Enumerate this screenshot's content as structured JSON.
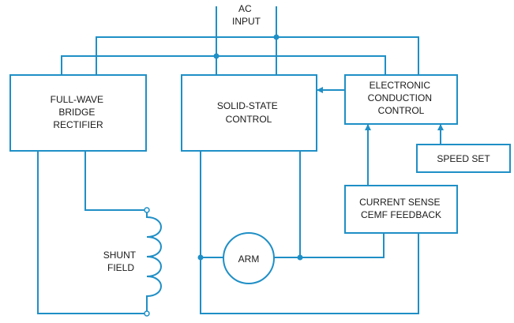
{
  "diagram": {
    "ac_input": [
      "AC",
      "INPUT"
    ],
    "rectifier": [
      "FULL-WAVE",
      "BRIDGE",
      "RECTIFIER"
    ],
    "solid_state": [
      "SOLID-STATE",
      "CONTROL"
    ],
    "electronic": [
      "ELECTRONIC",
      "CONDUCTION",
      "CONTROL"
    ],
    "speed_set": "SPEED SET",
    "current_sense": [
      "CURRENT SENSE",
      "CEMF FEEDBACK"
    ],
    "shunt_field": [
      "SHUNT",
      "FIELD"
    ],
    "armature": "ARM"
  },
  "colors": {
    "wire": "#1f8fc6",
    "text": "#1a1a1a",
    "background": "#ffffff"
  }
}
